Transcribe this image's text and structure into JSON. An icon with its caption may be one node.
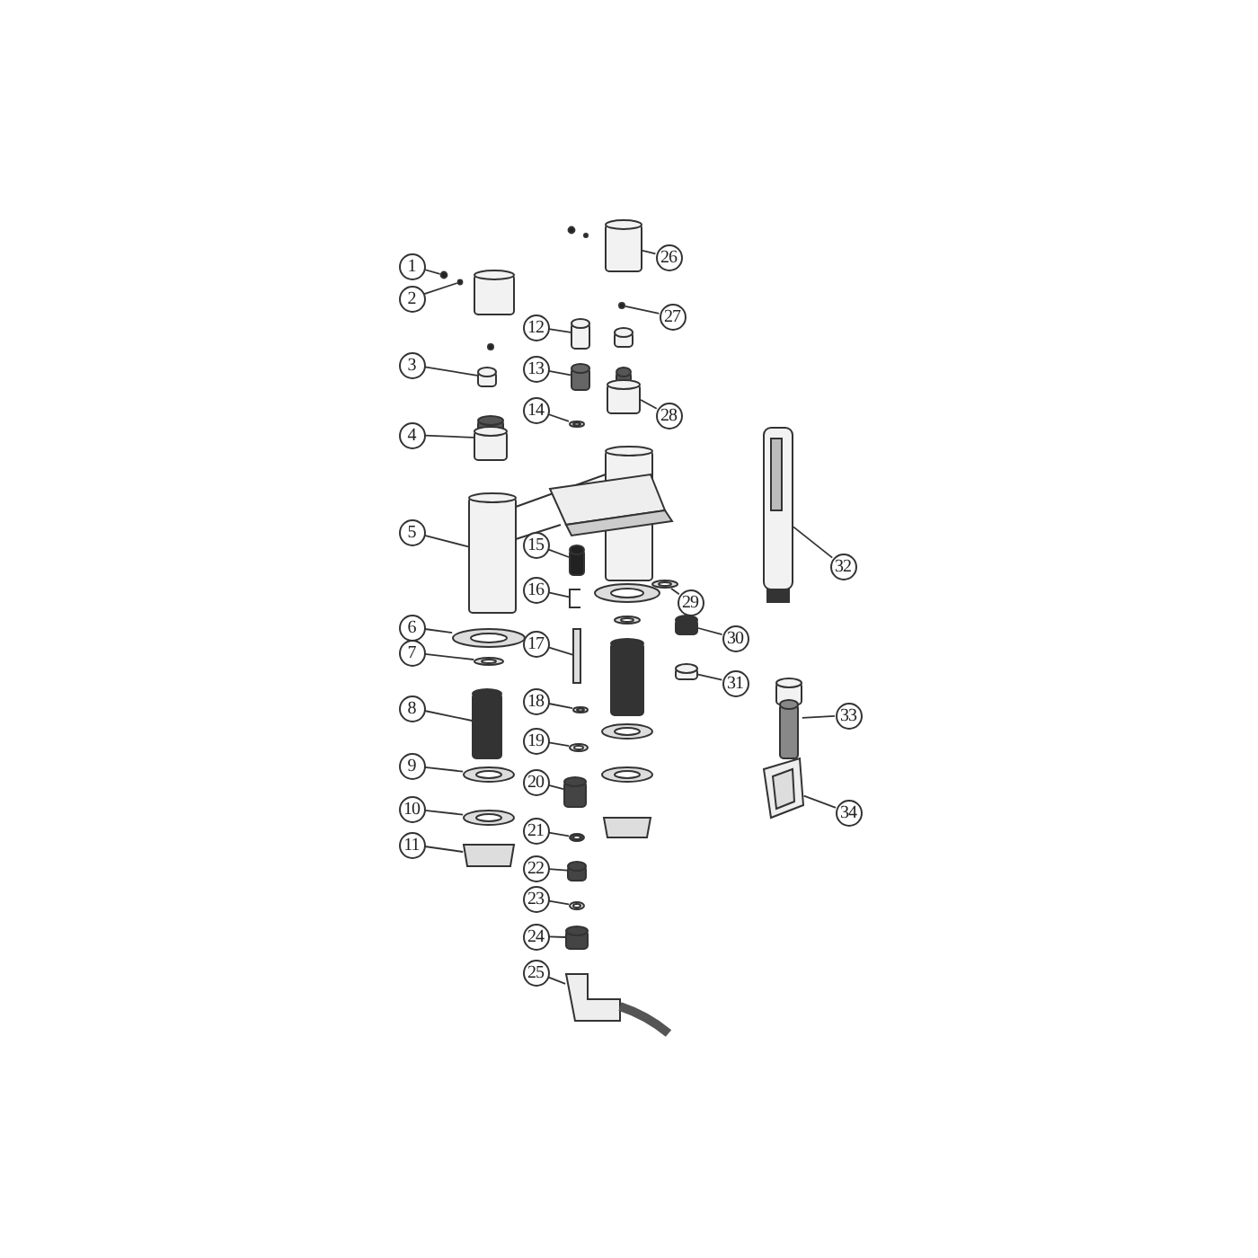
{
  "diagram": {
    "nodes": [
      {
        "text": [
          "1"
        ]
      },
      {
        "text": [
          "2"
        ]
      },
      {
        "text": [
          "3"
        ]
      },
      {
        "text": [
          "4"
        ]
      },
      {
        "text": [
          "5"
        ]
      },
      {
        "text": [
          "6"
        ]
      },
      {
        "text": [
          "7"
        ]
      },
      {
        "text": [
          "8"
        ]
      },
      {
        "text": [
          "9"
        ]
      },
      {
        "text": [
          "10"
        ]
      },
      {
        "text": [
          "11"
        ]
      },
      {
        "text": [
          "12"
        ]
      },
      {
        "text": [
          "13"
        ]
      },
      {
        "text": [
          "14"
        ]
      },
      {
        "text": [
          "15"
        ]
      },
      {
        "text": [
          "16"
        ]
      },
      {
        "text": [
          "17"
        ]
      },
      {
        "text": [
          "18"
        ]
      },
      {
        "text": [
          "19"
        ]
      },
      {
        "text": [
          "20"
        ]
      },
      {
        "text": [
          "21"
        ]
      },
      {
        "text": [
          "22"
        ]
      },
      {
        "text": [
          "23"
        ]
      },
      {
        "text": [
          "24"
        ]
      },
      {
        "text": [
          "25"
        ]
      },
      {
        "text": [
          "26"
        ]
      },
      {
        "text": [
          "27"
        ]
      },
      {
        "text": [
          "28"
        ]
      },
      {
        "text": [
          "29"
        ]
      },
      {
        "text": [
          "30"
        ]
      },
      {
        "text": [
          "31"
        ]
      },
      {
        "text": [
          "32"
        ]
      },
      {
        "text": [
          "33"
        ]
      },
      {
        "text": [
          "34"
        ]
      },
      {
        "text": [],
        "shape": "circle"
      },
      {
        "text": [],
        "shape": "circle"
      },
      {
        "text": [],
        "shape": "cylinder"
      },
      {
        "text": [],
        "shape": "cylinder"
      },
      {
        "text": [],
        "shape": "cylinder"
      },
      {
        "text": [],
        "shape": "ring"
      },
      {
        "text": [],
        "shape": "ring"
      },
      {
        "text": [],
        "shape": "cylinder"
      },
      {
        "text": [],
        "shape": "ring"
      },
      {
        "text": [],
        "shape": "ring"
      },
      {
        "text": [],
        "shape": "trapezium"
      },
      {
        "text": [],
        "shape": "cylinder"
      },
      {
        "text": [],
        "shape": "cylinder"
      },
      {
        "text": [],
        "shape": "ring"
      },
      {
        "text": [],
        "shape": "cylinder"
      },
      {
        "text": [],
        "shape": "bracket"
      },
      {
        "text": [],
        "shape": "bar"
      },
      {
        "text": [],
        "shape": "ring"
      },
      {
        "text": [],
        "shape": "ring"
      },
      {
        "text": [],
        "shape": "cylinder"
      },
      {
        "text": [],
        "shape": "ring"
      },
      {
        "text": [],
        "shape": "cylinder"
      },
      {
        "text": [],
        "shape": "ring"
      },
      {
        "text": [],
        "shape": "cylinder"
      },
      {
        "text": [],
        "shape": "picture"
      },
      {
        "text": [],
        "shape": "cylinder"
      },
      {
        "text": [],
        "shape": "circle"
      },
      {
        "text": [],
        "shape": "cylinder"
      },
      {
        "text": [],
        "shape": "ring"
      },
      {
        "text": [],
        "shape": "cylinder"
      },
      {
        "text": [],
        "shape": "cylinder"
      },
      {
        "text": [],
        "shape": "picture"
      },
      {
        "text": [],
        "shape": "cylinder"
      },
      {
        "text": [],
        "shape": "picture"
      }
    ],
    "edges": [
      {
        "from": 0,
        "to": 34,
        "arrow": "none"
      },
      {
        "from": 1,
        "to": 35,
        "arrow": "none"
      },
      {
        "from": 2,
        "to": 36,
        "arrow": "none"
      },
      {
        "from": 3,
        "to": 37,
        "arrow": "none"
      },
      {
        "from": 4,
        "to": 38,
        "arrow": "none"
      },
      {
        "from": 5,
        "to": 39,
        "arrow": "none"
      },
      {
        "from": 6,
        "to": 40,
        "arrow": "none"
      },
      {
        "from": 7,
        "to": 41,
        "arrow": "none"
      },
      {
        "from": 8,
        "to": 42,
        "arrow": "none"
      },
      {
        "from": 9,
        "to": 43,
        "arrow": "none"
      },
      {
        "from": 10,
        "to": 44,
        "arrow": "none"
      },
      {
        "from": 11,
        "to": 45,
        "arrow": "none"
      },
      {
        "from": 12,
        "to": 46,
        "arrow": "none"
      },
      {
        "from": 13,
        "to": 47,
        "arrow": "none"
      },
      {
        "from": 14,
        "to": 48,
        "arrow": "none"
      },
      {
        "from": 15,
        "to": 49,
        "arrow": "none"
      },
      {
        "from": 16,
        "to": 50,
        "arrow": "none"
      },
      {
        "from": 17,
        "to": 51,
        "arrow": "none"
      },
      {
        "from": 18,
        "to": 52,
        "arrow": "none"
      },
      {
        "from": 19,
        "to": 53,
        "arrow": "none"
      },
      {
        "from": 20,
        "to": 54,
        "arrow": "none"
      },
      {
        "from": 21,
        "to": 55,
        "arrow": "none"
      },
      {
        "from": 22,
        "to": 56,
        "arrow": "none"
      },
      {
        "from": 23,
        "to": 57,
        "arrow": "none"
      },
      {
        "from": 24,
        "to": 58,
        "arrow": "none"
      },
      {
        "from": 25,
        "to": 59,
        "arrow": "none"
      },
      {
        "from": 26,
        "to": 60,
        "arrow": "none"
      },
      {
        "from": 27,
        "to": 61,
        "arrow": "none"
      },
      {
        "from": 28,
        "to": 62,
        "arrow": "none"
      },
      {
        "from": 29,
        "to": 63,
        "arrow": "none"
      },
      {
        "from": 30,
        "to": 64,
        "arrow": "none"
      },
      {
        "from": 31,
        "to": 65,
        "arrow": "none"
      },
      {
        "from": 32,
        "to": 66,
        "arrow": "none"
      },
      {
        "from": 33,
        "to": 67,
        "arrow": "none"
      }
    ]
  }
}
